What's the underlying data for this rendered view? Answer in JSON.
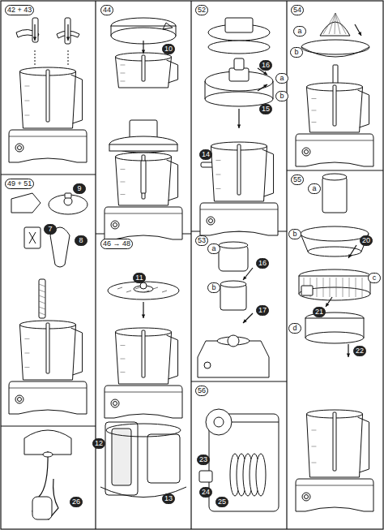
{
  "diagram": {
    "labels": [
      "42 + 43",
      "44",
      "52",
      "54",
      "a",
      "b",
      "49 + 51",
      "9",
      "7",
      "8",
      "10",
      "16",
      "a",
      "b",
      "15",
      "14",
      "46 → 48",
      "11",
      "12",
      "13",
      "53",
      "a",
      "b",
      "16",
      "17",
      "55",
      "a",
      "b",
      "c",
      "d",
      "20",
      "21",
      "22",
      "56",
      "23",
      "24",
      "25",
      "26"
    ]
  }
}
